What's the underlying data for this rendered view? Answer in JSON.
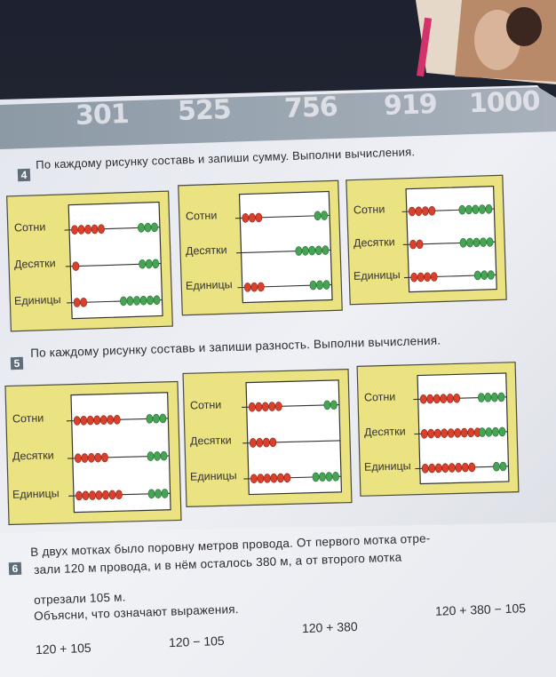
{
  "banner": {
    "numbers": [
      "301",
      "525",
      "756",
      "919",
      "1000"
    ]
  },
  "task4": {
    "number": "4",
    "text": "По каждому рисунку составь и запиши сумму. Выполни вычисления.",
    "abaci": [
      {
        "labels": [
          "Сотни",
          "Десятки",
          "Единицы"
        ],
        "rows": [
          [
            5,
            3
          ],
          [
            1,
            3
          ],
          [
            2,
            6
          ]
        ]
      },
      {
        "labels": [
          "Сотни",
          "Десятки",
          "Единицы"
        ],
        "rows": [
          [
            3,
            2
          ],
          [
            0,
            5
          ],
          [
            3,
            3
          ]
        ]
      },
      {
        "labels": [
          "Сотни",
          "Десятки",
          "Единицы"
        ],
        "rows": [
          [
            4,
            5
          ],
          [
            2,
            5
          ],
          [
            4,
            3
          ]
        ]
      }
    ]
  },
  "task5": {
    "number": "5",
    "text": "По каждому рисунку составь и запиши разность. Выполни вычисления.",
    "abaci": [
      {
        "labels": [
          "Сотни",
          "Десятки",
          "Единицы"
        ],
        "rows": [
          [
            7,
            3
          ],
          [
            5,
            3
          ],
          [
            7,
            3
          ]
        ]
      },
      {
        "labels": [
          "Сотни",
          "Десятки",
          "Единицы"
        ],
        "rows": [
          [
            5,
            2
          ],
          [
            4,
            0
          ],
          [
            6,
            4
          ]
        ]
      },
      {
        "labels": [
          "Сотни",
          "Десятки",
          "Единицы"
        ],
        "rows": [
          [
            6,
            4
          ],
          [
            9,
            4
          ],
          [
            8,
            2
          ]
        ]
      }
    ]
  },
  "task6": {
    "number": "6",
    "line1": "В двух мотках было поровну метров провода. От первого мотка отре-",
    "line2": "зали 120 м провода, и в нём осталось 380 м, а от второго мотка",
    "line3": "отрезали 105 м.",
    "line4": "Объясни, что означают выражения.",
    "expressions": [
      "120 + 105",
      "120 − 105",
      "120 + 380",
      "120 + 380 − 105"
    ]
  },
  "colors": {
    "page": "#eceef4",
    "frame": "#ebe382",
    "bead_red": "#d9412c",
    "bead_green": "#46a455"
  }
}
